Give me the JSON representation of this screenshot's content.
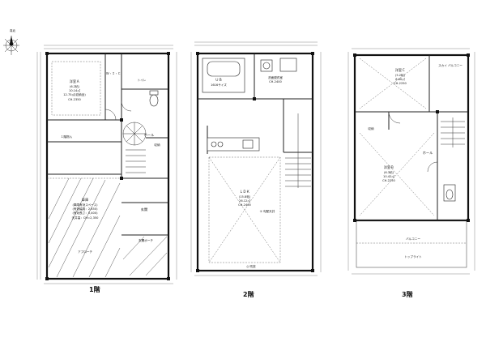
{
  "compass": {
    "label": "真北"
  },
  "floors": [
    {
      "label": "1階",
      "rooms": {
        "western_a": {
          "name": "洋室Ａ",
          "area1": "(6.2帖)",
          "area2": "10.14㎡",
          "area3": "12.75㎡(収納含)",
          "note": "CH-2350"
        },
        "wic": "Ｗ・Ｉ・Ｃ",
        "toilet": "トイレ",
        "hall": "ホール",
        "storage1": "収納",
        "closet": "１階物入",
        "garage": {
          "name": "車庫",
          "line1": "(車庫有効スペース)",
          "line2": "(有効幅員：2,450)",
          "line3": "(有効長さ：5,400)",
          "note": "天井高：CH=2,350"
        },
        "entrance": "玄関",
        "porch": "玄関ポーチ",
        "approach": "アプローチ"
      }
    },
    {
      "label": "2階",
      "rooms": {
        "ub": "ＵＢ",
        "ub_sub": "1616サイズ",
        "washroom": {
          "name": "洗面脱衣室",
          "note": "CH-2400"
        },
        "ldk": {
          "name": "ＬＤＫ",
          "area1": "(15.8帖)",
          "area2": "26.12㎡",
          "note": "CH-2400"
        },
        "balcony_mark": "◎ 吹抜",
        "ceiling_note": "① 勾配天井"
      }
    },
    {
      "label": "3階",
      "rooms": {
        "western_c": {
          "name": "洋室Ｃ",
          "area1": "(5.2帖)",
          "area2": "8.60㎡",
          "note": "CH-2250"
        },
        "sky_balcony": "スカイ\nバルコニー",
        "storage3": "収納",
        "hall3": "ホール",
        "western_b": {
          "name": "洋室Ｂ",
          "area1": "(6.3帖)",
          "area2": "10.42㎡",
          "note": "CH-2250"
        },
        "balcony": "バルコニー",
        "skylight": "トップライト"
      }
    }
  ]
}
